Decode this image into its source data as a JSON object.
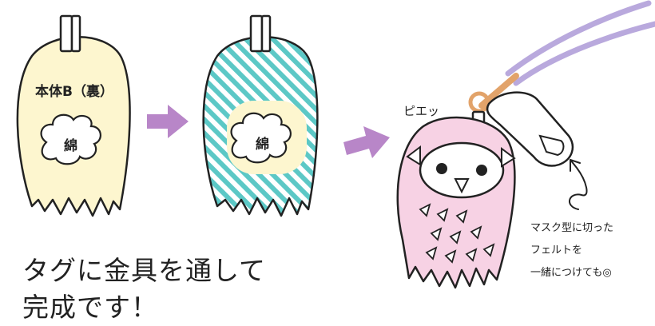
{
  "panel1": {
    "body_label": "本体B（裏）",
    "cotton_label": "綿"
  },
  "panel2": {
    "cotton_label": "綿"
  },
  "panel3": {
    "sound_effect": "ピエッ",
    "note_lines": [
      "マスク型に切った",
      "フェルトを",
      "一緒につけても◎"
    ]
  },
  "caption_lines": [
    "タグに金具を通して",
    "完成です！"
  ],
  "colors": {
    "cream": "#fdf6cf",
    "teal_stripe": "#5cc8c6",
    "arrow": "#b886c8",
    "pink_body": "#f7d2e4",
    "strap_purple": "#b9a9dd",
    "cord_tan": "#e2a36a",
    "outline": "#222222"
  }
}
